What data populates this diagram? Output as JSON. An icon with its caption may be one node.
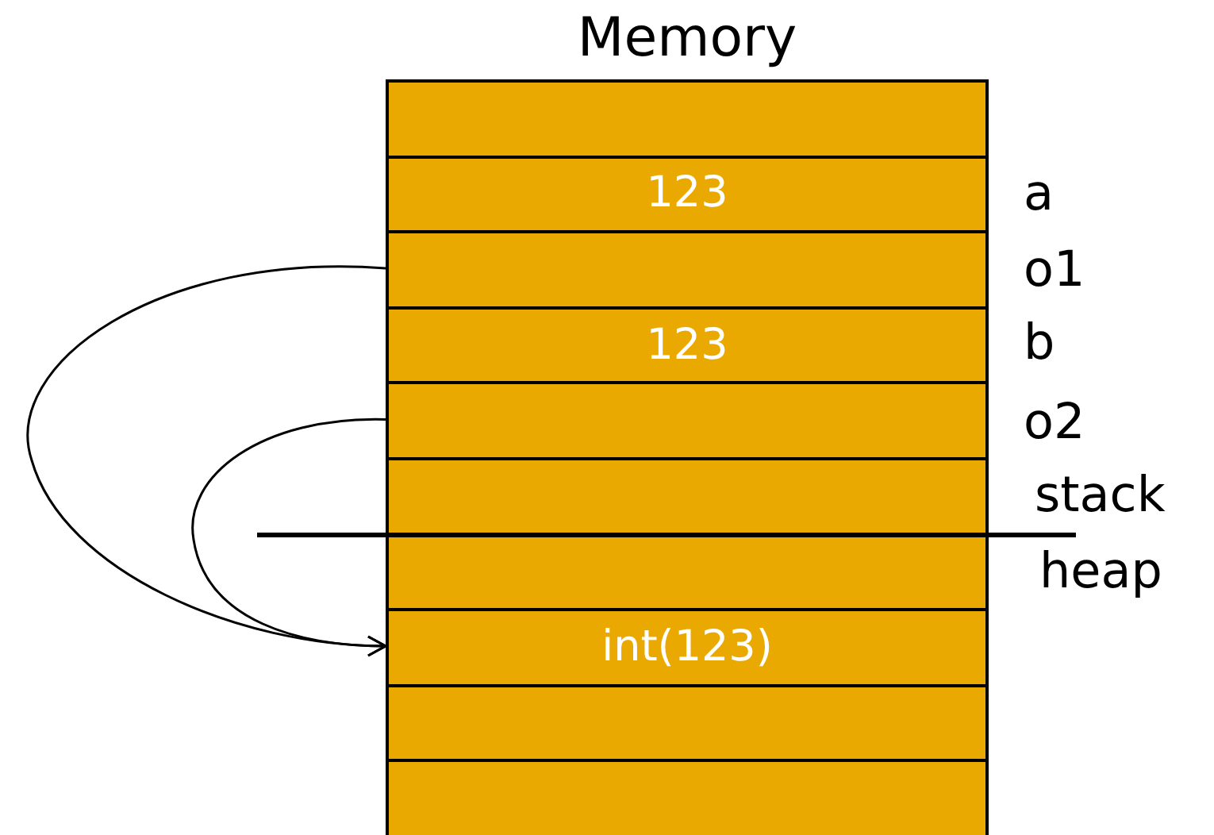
{
  "diagram": {
    "title": "Memory",
    "nodes": [
      {
        "text": [],
        "shape": "box"
      },
      {
        "text": [
          "123"
        ]
      },
      {
        "text": [],
        "shape": "box"
      },
      {
        "text": [
          "123"
        ]
      },
      {
        "text": [],
        "shape": "box"
      },
      {
        "text": [],
        "shape": "box"
      },
      {
        "text": [],
        "shape": "box"
      },
      {
        "text": [
          "int(123)"
        ]
      },
      {
        "text": [],
        "shape": "box"
      },
      {
        "text": [],
        "shape": "box"
      }
    ],
    "edges": [
      {
        "from": 2,
        "to": 7,
        "arrow": "to"
      },
      {
        "from": 4,
        "to": 7,
        "arrow": "to"
      }
    ],
    "labels": [
      "a",
      "o1",
      "b",
      "o2",
      "stack",
      "heap"
    ]
  }
}
